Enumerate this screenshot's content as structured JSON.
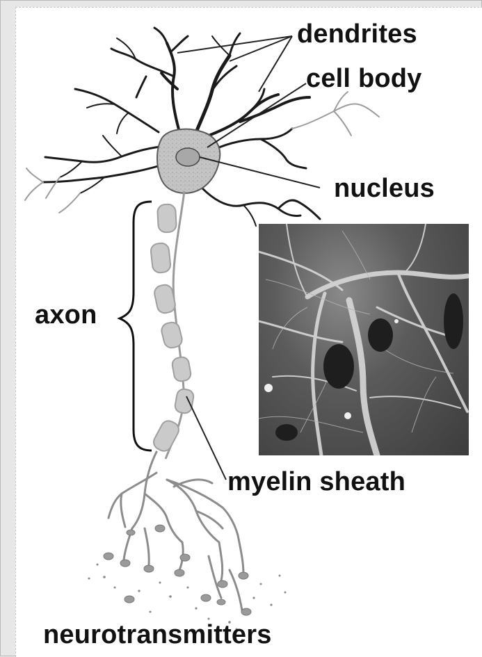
{
  "labels": {
    "dendrites": "dendrites",
    "cell_body": "cell body",
    "nucleus": "nucleus",
    "axon": "axon",
    "myelin_sheath": "myelin sheath",
    "neurotransmitters": "neurotransmitters"
  },
  "inset": {
    "description_icon": "electron-micrograph"
  },
  "colors": {
    "ink": "#111111",
    "soma_fill": "#bdbdbd",
    "myelin_fill": "#c9c9c9",
    "terminal_fill": "#9a9a9a",
    "background": "#ffffff"
  }
}
